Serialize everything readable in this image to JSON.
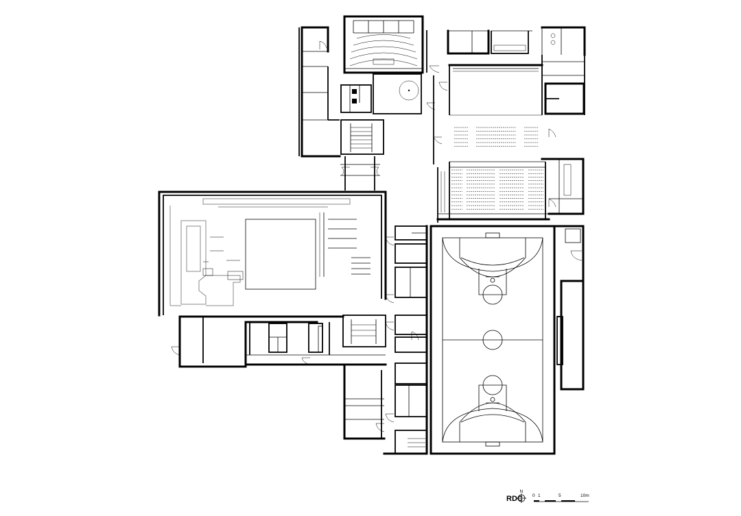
{
  "drawing": {
    "level_label": "RDC",
    "north_label": "N",
    "scale_labels": [
      "0",
      "1",
      "5",
      "10m"
    ]
  }
}
